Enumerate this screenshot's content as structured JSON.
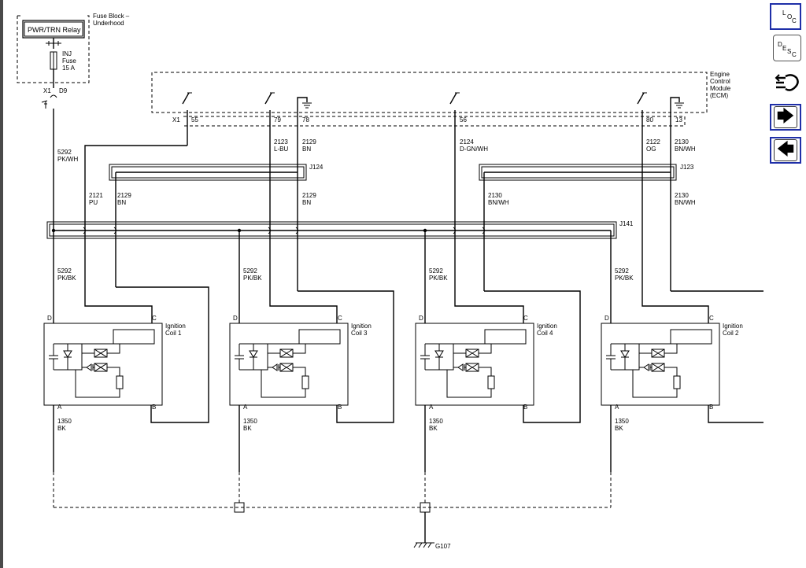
{
  "fuse_block": {
    "title_line1": "Fuse Block –",
    "title_line2": "Underhood",
    "relay": "PWR/TRN Relay",
    "fuse_line1": "INJ",
    "fuse_line2": "Fuse",
    "fuse_line3": "15 A",
    "conn": "X1",
    "pin": "D9"
  },
  "ecm": {
    "line1": "Engine",
    "line2": "Control",
    "line3": "Module",
    "line4": "(ECM)",
    "conn": "X1",
    "pins": [
      "55",
      "79",
      "78",
      "56",
      "80",
      "13"
    ]
  },
  "wires": {
    "w5292_pkwh": [
      "5292",
      "PK/WH"
    ],
    "w2123": [
      "2123",
      "L-BU"
    ],
    "w2129a": [
      "2129",
      "BN"
    ],
    "w2124": [
      "2124",
      "D-GN/WH"
    ],
    "w2122": [
      "2122",
      "OG"
    ],
    "w2130a": [
      "2130",
      "BN/WH"
    ],
    "w2121": [
      "2121",
      "PU"
    ],
    "w2129b": [
      "2129",
      "BN"
    ],
    "w2129c": [
      "2129",
      "BN"
    ],
    "w2130b": [
      "2130",
      "BN/WH"
    ],
    "w2130c": [
      "2130",
      "BN/WH"
    ],
    "w5292_pkbk": [
      "5292",
      "PK/BK"
    ],
    "w1350": [
      "1350",
      "BK"
    ]
  },
  "splices": {
    "j124": "J124",
    "j123": "J123",
    "j141": "J141"
  },
  "coils": [
    {
      "name_line1": "Ignition",
      "name_line2": "Coil 1"
    },
    {
      "name_line1": "Ignition",
      "name_line2": "Coil 3"
    },
    {
      "name_line1": "Ignition",
      "name_line2": "Coil 4"
    },
    {
      "name_line1": "Ignition",
      "name_line2": "Coil 2"
    }
  ],
  "coil_pins": {
    "d": "D",
    "c": "C",
    "a": "A",
    "b": "B"
  },
  "ground": "G107",
  "nav": {
    "loc": [
      "L",
      "O",
      "C"
    ],
    "desc": [
      "D",
      "E",
      "S",
      "C"
    ],
    "loc_icon": "location-icon",
    "desc_icon": "description-icon",
    "connector_icon": "connector-icon",
    "next_icon": "arrow-right-icon",
    "prev_icon": "arrow-left-icon"
  }
}
